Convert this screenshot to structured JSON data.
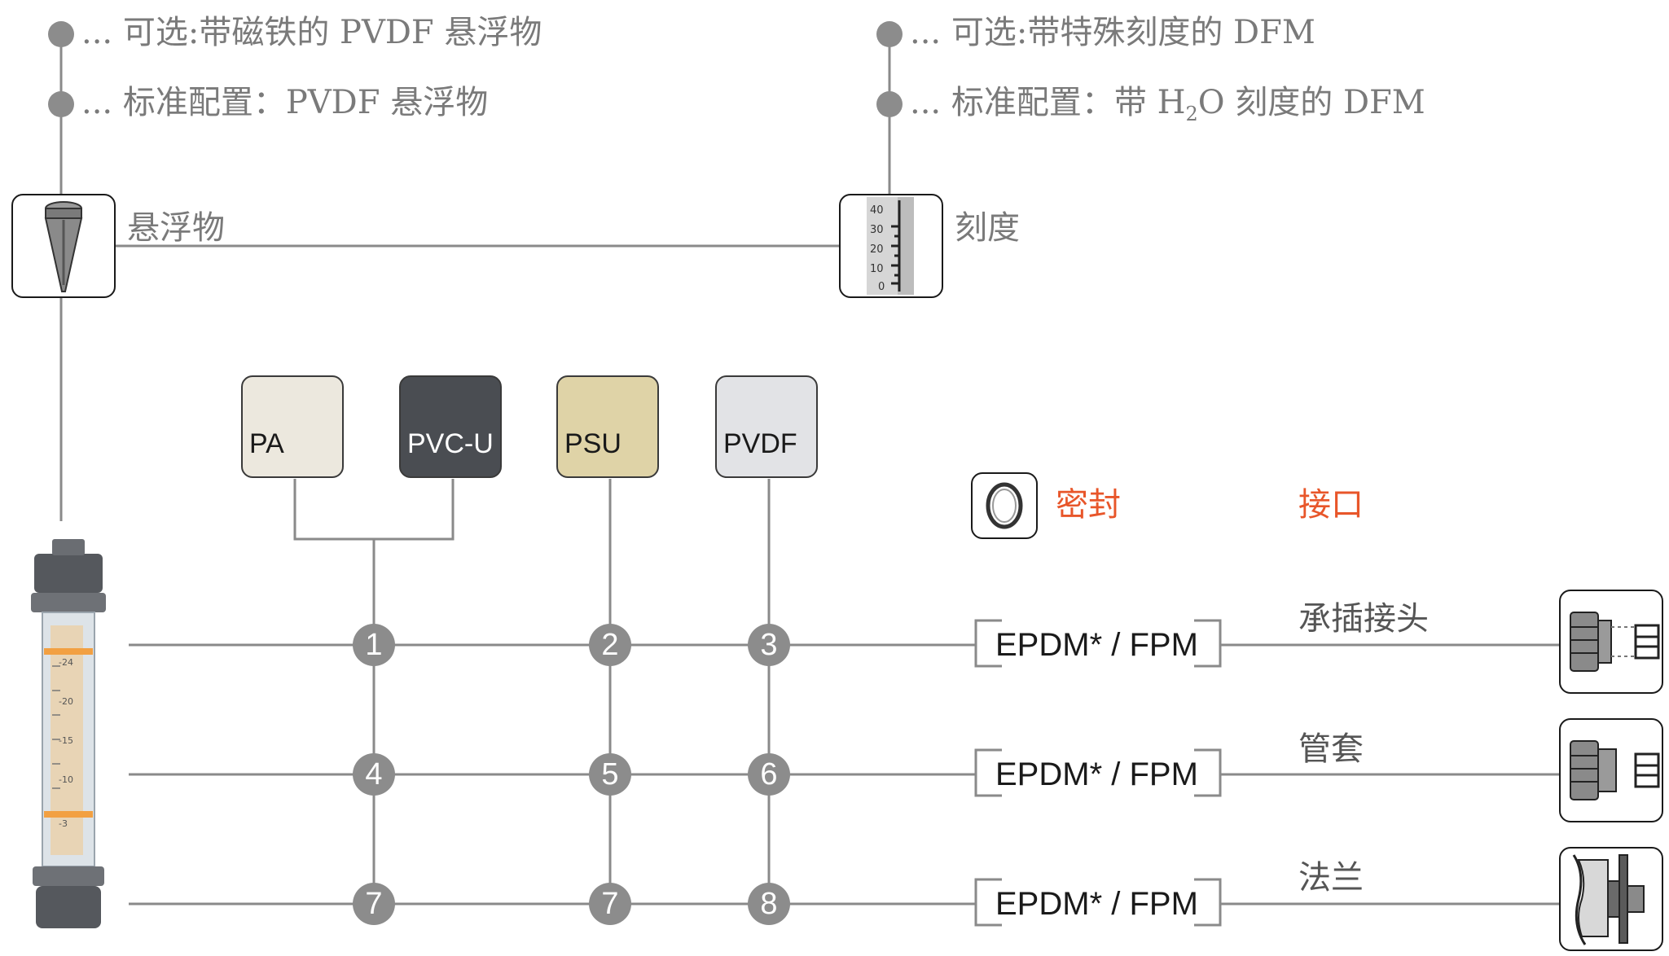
{
  "options": {
    "float_optional": "... 可选:带磁铁的 PVDF 悬浮物",
    "float_standard": "... 标准配置：PVDF 悬浮物",
    "scale_optional": "... 可选:带特殊刻度的 DFM",
    "scale_standard_pre": "... 标准配置：带 H",
    "scale_standard_sub": "2",
    "scale_standard_post": "O 刻度的 DFM"
  },
  "float_label": "悬浮物",
  "scale_label": "刻度",
  "scale_ticks": [
    "40",
    "30",
    "20",
    "10",
    "0"
  ],
  "materials": [
    {
      "label": "PA",
      "color": "#ece8de",
      "text_color": "#1a1a1a"
    },
    {
      "label": "PVC-U",
      "color": "#4a4d52",
      "text_color": "#ffffff"
    },
    {
      "label": "PSU",
      "color": "#dfd3a7",
      "text_color": "#1a1a1a"
    },
    {
      "label": "PVDF",
      "color": "#e2e3e6",
      "text_color": "#1a1a1a"
    }
  ],
  "seal_header": "密封",
  "connection_header": "接口",
  "rows": [
    {
      "numbers": [
        "1",
        "2",
        "3"
      ],
      "seal": "EPDM* / FPM",
      "connection": "承插接头"
    },
    {
      "numbers": [
        "4",
        "5",
        "6"
      ],
      "seal": "EPDM* / FPM",
      "connection": "管套"
    },
    {
      "numbers": [
        "7",
        "7",
        "8"
      ],
      "seal": "EPDM* / FPM",
      "connection": "法兰"
    }
  ],
  "flowmeter_ticks": [
    "-24",
    "-20",
    "-15",
    "-10",
    "-3"
  ],
  "colors": {
    "line": "#8a8a8a",
    "accent": "#e8562a",
    "bubble": "#8c8c8c",
    "orange": "#f2a042"
  }
}
